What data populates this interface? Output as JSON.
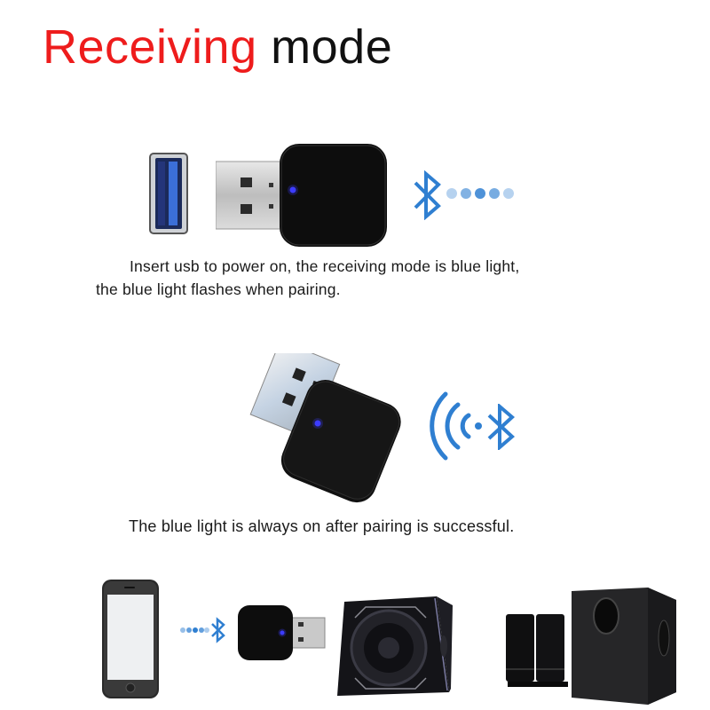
{
  "header": {
    "title_highlight": "Receiving",
    "title_rest": "mode",
    "highlight_color": "#ee1c1c"
  },
  "section1": {
    "caption_line1": "Insert usb to power on, the receiving mode is blue light,",
    "caption_line2": "the blue light flashes when pairing.",
    "icons": [
      "usb-port-icon",
      "usb-dongle-icon",
      "bluetooth-icon",
      "signal-dots-icon"
    ]
  },
  "section2": {
    "caption": "The blue light is always on after pairing is successful.",
    "icons": [
      "usb-dongle-angled-icon",
      "wireless-waves-icon",
      "bluetooth-icon"
    ]
  },
  "section3": {
    "icons": [
      "smartphone-icon",
      "signal-dots-icon",
      "bluetooth-icon",
      "usb-dongle-icon",
      "subwoofer-speaker-icon",
      "computer-speakers-icon"
    ]
  },
  "colors": {
    "accent_blue": "#2f7fd1",
    "led_blue": "#3a3aff",
    "device_black": "#111111"
  }
}
